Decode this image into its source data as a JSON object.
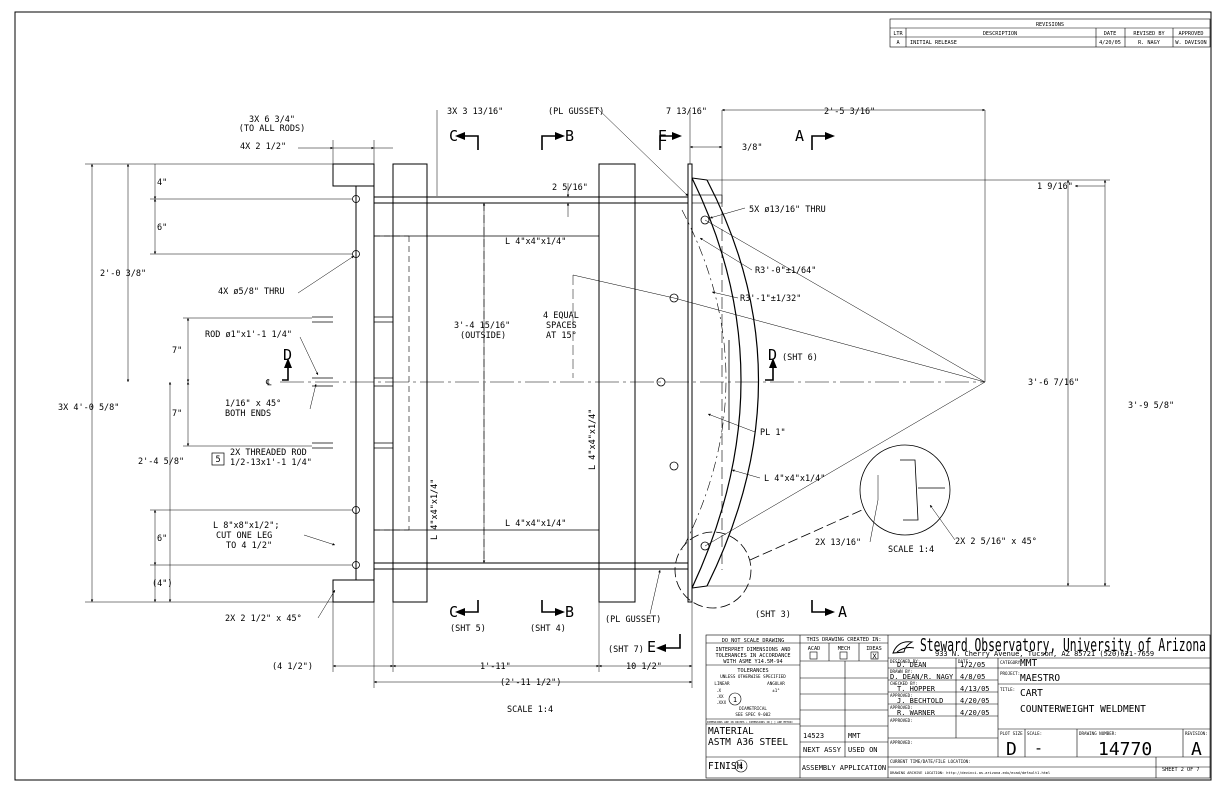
{
  "revisions": {
    "title": "REVISIONS",
    "headers": [
      "LTR",
      "DESCRIPTION",
      "DATE",
      "REVISED BY",
      "APPROVED"
    ],
    "rows": [
      [
        "A",
        "INITIAL RELEASE",
        "4/20/05",
        "R. NAGY",
        "W. DAVISON"
      ]
    ]
  },
  "dims": {
    "rods_label": "3X 6 3/4\"",
    "rods_label2": "(TO ALL RODS)",
    "spacing_2_half": "4X 2 1/2\"",
    "top_4": "4\"",
    "top_6": "6\"",
    "dim_2_0_3_8": "2'-0 3/8\"",
    "holes_thru": "4X ø5/8\" THRU",
    "rod_label": "ROD ø1\"x1'-1 1/4\"",
    "dim_7a": "7\"",
    "dim_7b": "7\"",
    "chamfer_rod": "1/16\" x 45°",
    "both_ends": "BOTH ENDS",
    "overall_4_0_5_8": "3X 4'-0 5/8\"",
    "dim_2_4_5_8": "2'-4 5/8\"",
    "threaded_rod_1": "2X THREADED ROD",
    "threaded_rod_2": "1/2-13x1'-1 1/4\"",
    "angle_8x8_1": "L 8\"x8\"x1/2\";",
    "angle_8x8_2": "CUT ONE LEG",
    "angle_8x8_3": "TO 4 1/2\"",
    "bot_6": "6\"",
    "bot_4": "(4\")",
    "chamfer_bot": "2X 2 1/2\" x 45°",
    "dim_4_half": "(4 1/2\")",
    "dim_1_11": "1'-11\"",
    "dim_10_half": "10 1/2\"",
    "dim_2_11_half": "(2'-11 1/2\")",
    "scale_main": "SCALE 1:4",
    "dim_3x_3_13": "3X 3 13/16\"",
    "pl_gusset_top": "(PL GUSSET)",
    "dim_7_13": "7 13/16\"",
    "dim_2_5_3": "2'-5 3/16\"",
    "dim_3_8": "3/8\"",
    "dim_2_5_16": "2 5/16\"",
    "dim_1_9_16": "1 9/16\"",
    "holes_13_16": "5X ø13/16\" THRU",
    "angle_top": "L 4\"x4\"x1/4\"",
    "radius_1": "R3'-0\"±1/64\"",
    "radius_2": "R3'-1\"±1/32\"",
    "equal_1": "4 EQUAL",
    "equal_2": "SPACES",
    "equal_3": "AT 15°",
    "dim_3_4_15_1": "3'-4 15/16\"",
    "dim_3_4_15_2": "(OUTSIDE)",
    "dim_3_6_7": "3'-6 7/16\"",
    "dim_3_9_5": "3'-9 5/8\"",
    "pl_1": "PL 1\"",
    "angle_right": "L 4\"x4\"x1/4\"",
    "angle_vert_left": "L 4\"x4\"x1/4\"",
    "angle_vert_mid": "L 4\"x4\"x1/4\"",
    "angle_bottom": "L 4\"x4\"x1/4\"",
    "dim_2x_13_16": "2X 13/16\"",
    "scale_detail": "SCALE 1:4",
    "chamfer_detail": "2X 2 5/16\" x 45°",
    "pl_gusset_bot": "(PL GUSSET)",
    "centerline": "℄",
    "balloon_5": "5",
    "balloon_4": "4"
  },
  "sections": {
    "c_letter": "C",
    "b_letter": "B",
    "e_letter": "E",
    "a_letter": "A",
    "d_letter": "D",
    "d_sht": "(SHT 6)",
    "c_sht": "(SHT 5)",
    "b_sht": "(SHT 4)",
    "e_sht": "(SHT 7)",
    "a_sht": "(SHT 3)"
  },
  "title_block": {
    "note_1": "DO NOT SCALE DRAWING",
    "note_2": "INTERPRET DIMENSIONS AND",
    "note_3": "TOLERANCES IN ACCORDANCE",
    "note_4": "WITH ASME Y14.5M-94",
    "tol_title": "TOLERANCES",
    "tol_sub": "UNLESS OTHERWISE SPECIFIED",
    "linear": "LINEAR",
    "angular": "ANGULAR",
    "tol_x": ".X",
    "tol_xx": ".XX",
    "tol_xxx": ".XXX",
    "tol_ang": "±1°",
    "tol_balloon": "1",
    "diametrical": "DIAMETRICAL",
    "see_spec": "SEE SPEC 9-002",
    "fine_print": "DIMENSIONS ARE IN INCHES • DIMENSIONS IN [ ] ARE METRIC",
    "material_label": "MATERIAL",
    "material": "ASTM A36 STEEL",
    "finish_label": "FINISH",
    "created_in": "THIS DRAWING CREATED IN:",
    "cad_opts": [
      "ACAD",
      "MECH",
      "IDEAS"
    ],
    "ideas_mark": "X",
    "next_assy_val": "14523",
    "used_on_val": "MMT",
    "next_assy": "NEXT ASSY",
    "used_on": "USED ON",
    "assembly_app": "ASSEMBLY APPLICATION",
    "org": "Steward Observatory, University of Arizona",
    "address": "933 N. Cherry Avenue, Tucson, AZ  85721   (520)621-7659",
    "designed_label": "DESIGNED BY:",
    "designed_by": "D. DEAN",
    "date_label": "DATE:",
    "designed_date": "1/2/05",
    "drawn_label": "DRAWN BY:",
    "drawn_by": "D. DEAN/R. NAGY",
    "drawn_date": "4/8/05",
    "checked_label": "CHECKED BY:",
    "checked_by": "T. HOPPER",
    "checked_date": "4/13/05",
    "approved_label": "APPROVED:",
    "approved_1": "J. BECHTOLD",
    "approved_1_date": "4/20/05",
    "approved_2": "R. WARNER",
    "approved_2_date": "4/20/05",
    "category_label": "CATEGORY:",
    "category": "MMT",
    "project_label": "PROJECT:",
    "project": "MAESTRO",
    "title_label": "TITLE:",
    "title_1": "CART",
    "title_2": "COUNTERWEIGHT WELDMENT",
    "plot_size_label": "PLOT SIZE",
    "plot_size": "D",
    "scale_label": "SCALE:",
    "scale": "-",
    "drawing_number_label": "DRAWING NUMBER:",
    "drawing_number": "14770",
    "revision_label": "REVISION:",
    "revision": "A",
    "current_time_label": "CURRENT TIME/DATE/FILE LOCATION:",
    "archive": "DRAWING ARCHIVE LOCATION: http://devinci.as.arizona.edu/ecad/default1.html",
    "sheet": "SHEET 2 OF 7"
  }
}
